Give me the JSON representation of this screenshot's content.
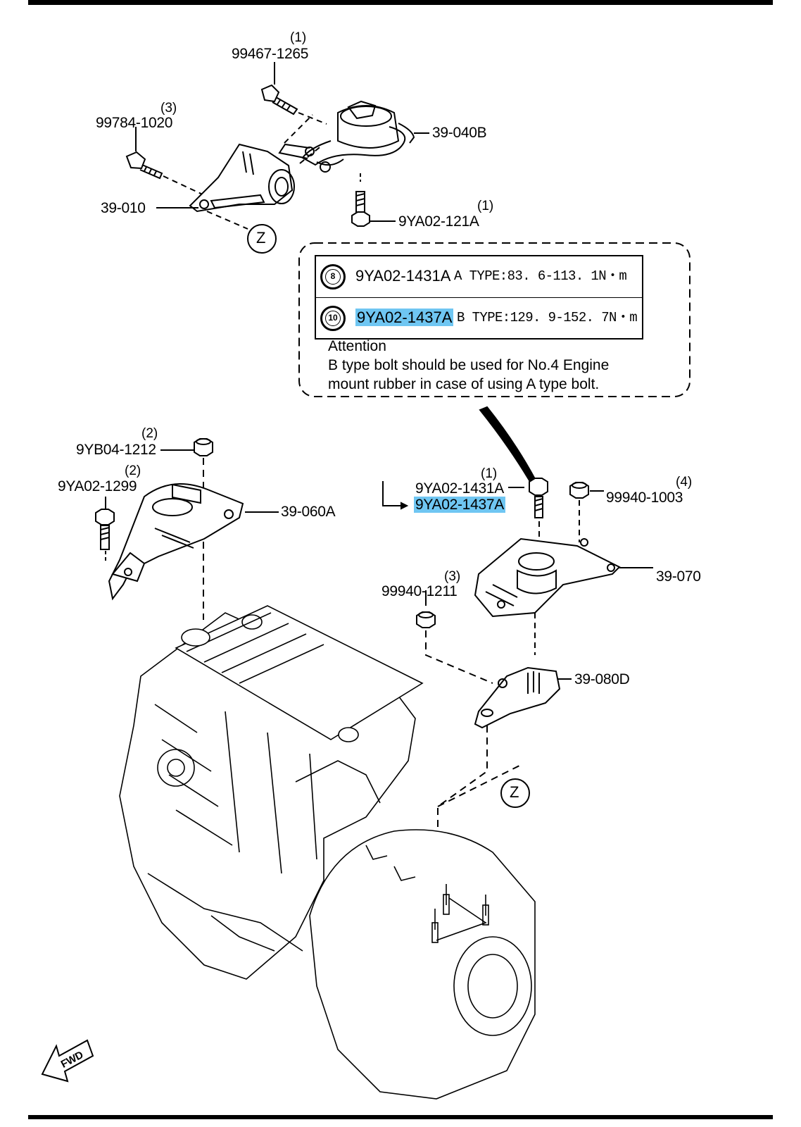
{
  "parts": {
    "bolt_top": {
      "number": "99467-1265",
      "qty": "(1)"
    },
    "bolt_left": {
      "number": "99784-1020",
      "qty": "(3)"
    },
    "mount_top": {
      "number": "39-040B"
    },
    "bracket_left": {
      "number": "39-010"
    },
    "bolt_under_mount": {
      "number": "9YA02-121A",
      "qty": "(1)"
    },
    "nut_left": {
      "number": "9YB04-1212",
      "qty": "(2)"
    },
    "bolt_left_lower": {
      "number": "9YA02-1299",
      "qty": "(2)"
    },
    "mount_left": {
      "number": "39-060A"
    },
    "bolt_right": {
      "number_a": "9YA02-1431A",
      "number_b": "9YA02-1437A",
      "qty": "(1)"
    },
    "nut_right": {
      "number": "99940-1003",
      "qty": "(4)"
    },
    "mount_right": {
      "number": "39-070"
    },
    "nut_middle": {
      "number": "99940-1211",
      "qty": "(3)"
    },
    "bracket_right": {
      "number": "39-080D"
    }
  },
  "callouts": {
    "view_z": "Z"
  },
  "torque_table": {
    "rows": [
      {
        "icon": "8",
        "part": "9YA02-1431A",
        "spec": "A TYPE:83. 6-113. 1N・m",
        "highlight": false
      },
      {
        "icon": "10",
        "part": "9YA02-1437A",
        "spec": "B TYPE:129. 9-152. 7N・m",
        "highlight": true
      }
    ]
  },
  "attention": {
    "title": "Attention",
    "line1": "B type bolt should be used for No.4 Engine",
    "line2": "mount rubber in case of using A type bolt."
  },
  "fwd_label": "FWD",
  "highlight_color": "#6fc6f2"
}
